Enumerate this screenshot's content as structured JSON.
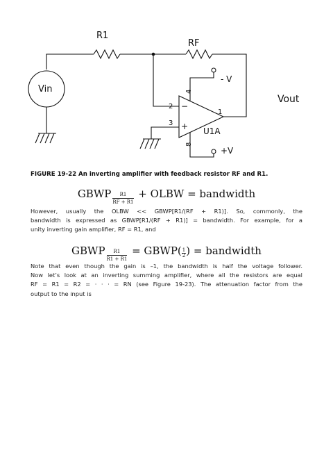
{
  "circuit": {
    "r1_label": "R1",
    "rf_label": "RF",
    "vin_label": "Vin",
    "vout_label": "Vout",
    "neg_supply_label": "- V",
    "pos_supply_label": "+V",
    "opamp_name": "U1A",
    "pin_2": "2",
    "pin_3": "3",
    "pin_1": "1",
    "pin_4": "4",
    "pin_8": "8",
    "minus_sign": "−",
    "plus_sign": "+"
  },
  "caption": "FIGURE 19-22 An inverting amplifier with feedback resistor RF and R1.",
  "equation_1": {
    "lhs": "GBWP",
    "frac_num": "R1",
    "frac_den": "RF + R1",
    "rest": "+ OLBW = bandwidth"
  },
  "paragraph_1": [
    "However, usually the OLBW << GBWP[R1/(RF + R1)]. So, commonly, the",
    "bandwidth is expressed as GBWP[R1/(RF + R1)] = bandwidth. For example, for a",
    "unity inverting gain amplifier, RF = R1, and"
  ],
  "equation_2": {
    "lhs": "GBWP",
    "frac_num": "R1",
    "frac_den": "R1 + R1",
    "mid": "= GBWP(",
    "half_num": "1",
    "half_den": "2",
    "rest": ") = bandwidth"
  },
  "paragraph_2": [
    "Note that even though the gain is –1, the bandwidth is half the voltage follower.",
    "Now let’s look at an inverting summing amplifier, where all the resistors are equal",
    "RF = R1 = R2 = · · · = RN (see Figure 19-23). The attenuation factor from the",
    "output to the input is"
  ]
}
